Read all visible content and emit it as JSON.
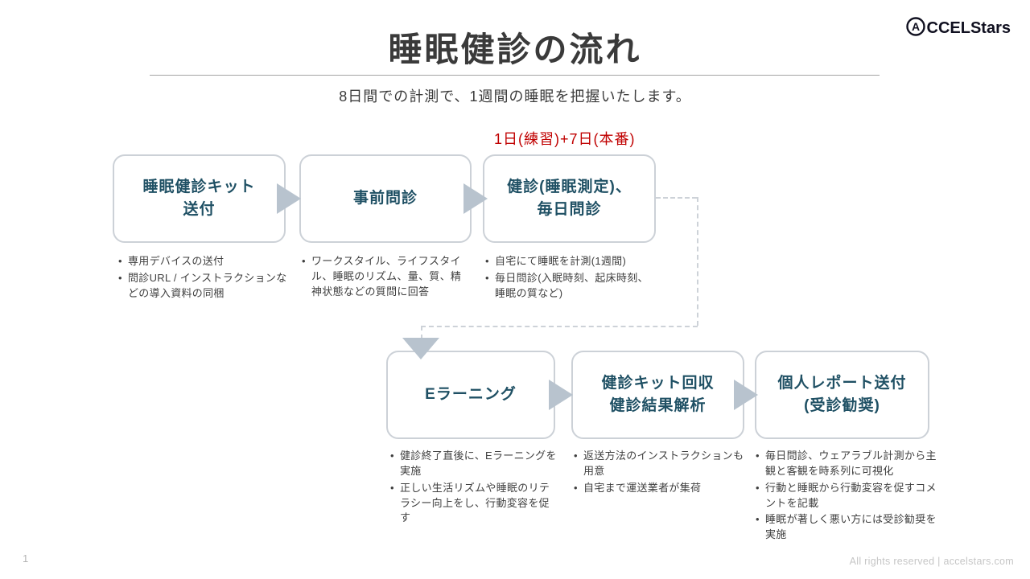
{
  "slide": {
    "title": "睡眠健診の流れ",
    "subtitle": "8日間での計測で、1週間の睡眠を把握いたします。",
    "annotation": "1日(練習)+7日(本番)",
    "page_number": "1",
    "footer_text": "All rights reserved |  accelstars.com"
  },
  "logo": {
    "mark": "A",
    "text": "CCELStars"
  },
  "colors": {
    "box_text": "#1f5064",
    "box_border": "#ccd1d7",
    "arrow": "#b8c3ce",
    "annotation_red": "#c00000"
  },
  "flow": {
    "steps": [
      {
        "label": "睡眠健診キット\n送付",
        "bullets": [
          "専用デバイスの送付",
          "問診URL / インストラクションなどの導入資料の同梱"
        ]
      },
      {
        "label": "事前問診",
        "bullets": [
          "ワークスタイル、ライフスタイル、睡眠のリズム、量、質、精神状態などの質問に回答"
        ]
      },
      {
        "label": "健診(睡眠測定)、\n毎日問診",
        "bullets": [
          "自宅にて睡眠を計測(1週間)",
          "毎日問診(入眠時刻、起床時刻、睡眠の質など)"
        ]
      },
      {
        "label": "Eラーニング",
        "bullets": [
          "健診終了直後に、Eラーニングを実施",
          "正しい生活リズムや睡眠のリテラシー向上をし、行動変容を促す"
        ]
      },
      {
        "label": "健診キット回収\n健診結果解析",
        "bullets": [
          "返送方法のインストラクションも用意",
          "自宅まで運送業者が集荷"
        ]
      },
      {
        "label": "個人レポート送付\n(受診勧奨)",
        "bullets": [
          "毎日問診、ウェアラブル計測から主観と客観を時系列に可視化",
          "行動と睡眠から行動変容を促すコメントを記載",
          "睡眠が著しく悪い方には受診勧奨を実施"
        ]
      }
    ]
  }
}
